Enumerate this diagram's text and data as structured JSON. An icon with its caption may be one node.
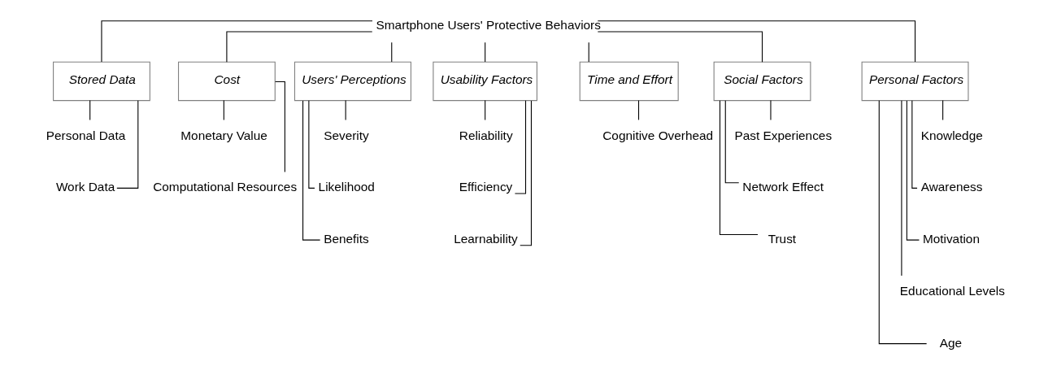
{
  "diagram": {
    "nodes": [
      {
        "text": [
          "Smartphone Users' Protective Behaviors"
        ]
      },
      {
        "text": [
          "Stored Data"
        ]
      },
      {
        "text": [
          "Personal Data"
        ]
      },
      {
        "text": [
          "Work Data"
        ]
      },
      {
        "text": [
          "Cost"
        ]
      },
      {
        "text": [
          "Monetary Value"
        ]
      },
      {
        "text": [
          "Computational Resources"
        ]
      },
      {
        "text": [
          "Users' Perceptions"
        ]
      },
      {
        "text": [
          "Severity"
        ]
      },
      {
        "text": [
          "Likelihood"
        ]
      },
      {
        "text": [
          "Benefits"
        ]
      },
      {
        "text": [
          "Usability Factors"
        ]
      },
      {
        "text": [
          "Reliability"
        ]
      },
      {
        "text": [
          "Efficiency"
        ]
      },
      {
        "text": [
          "Learnability"
        ]
      },
      {
        "text": [
          "Time and Effort"
        ]
      },
      {
        "text": [
          "Cognitive Overhead"
        ]
      },
      {
        "text": [
          "Social Factors"
        ]
      },
      {
        "text": [
          "Past Experiences"
        ]
      },
      {
        "text": [
          "Network Effect"
        ]
      },
      {
        "text": [
          "Trust"
        ]
      },
      {
        "text": [
          "Personal Factors"
        ]
      },
      {
        "text": [
          "Knowledge"
        ]
      },
      {
        "text": [
          "Awareness"
        ]
      },
      {
        "text": [
          "Motivation"
        ]
      },
      {
        "text": [
          "Educational Levels"
        ]
      },
      {
        "text": [
          "Age"
        ]
      }
    ],
    "edges": [
      {
        "from": 0,
        "to": 1,
        "arrow": "none"
      },
      {
        "from": 0,
        "to": 4,
        "arrow": "none"
      },
      {
        "from": 0,
        "to": 7,
        "arrow": "none"
      },
      {
        "from": 0,
        "to": 11,
        "arrow": "none"
      },
      {
        "from": 0,
        "to": 15,
        "arrow": "none"
      },
      {
        "from": 0,
        "to": 17,
        "arrow": "none"
      },
      {
        "from": 0,
        "to": 21,
        "arrow": "none"
      },
      {
        "from": 1,
        "to": 2,
        "arrow": "none"
      },
      {
        "from": 1,
        "to": 3,
        "arrow": "none"
      },
      {
        "from": 4,
        "to": 5,
        "arrow": "none"
      },
      {
        "from": 4,
        "to": 6,
        "arrow": "none"
      },
      {
        "from": 7,
        "to": 8,
        "arrow": "none"
      },
      {
        "from": 7,
        "to": 9,
        "arrow": "none"
      },
      {
        "from": 7,
        "to": 10,
        "arrow": "none"
      },
      {
        "from": 11,
        "to": 12,
        "arrow": "none"
      },
      {
        "from": 11,
        "to": 13,
        "arrow": "none"
      },
      {
        "from": 11,
        "to": 14,
        "arrow": "none"
      },
      {
        "from": 15,
        "to": 16,
        "arrow": "none"
      },
      {
        "from": 17,
        "to": 18,
        "arrow": "none"
      },
      {
        "from": 17,
        "to": 19,
        "arrow": "none"
      },
      {
        "from": 17,
        "to": 20,
        "arrow": "none"
      },
      {
        "from": 21,
        "to": 22,
        "arrow": "none"
      },
      {
        "from": 21,
        "to": 23,
        "arrow": "none"
      },
      {
        "from": 21,
        "to": 24,
        "arrow": "none"
      },
      {
        "from": 21,
        "to": 25,
        "arrow": "none"
      },
      {
        "from": 21,
        "to": 26,
        "arrow": "none"
      }
    ]
  }
}
